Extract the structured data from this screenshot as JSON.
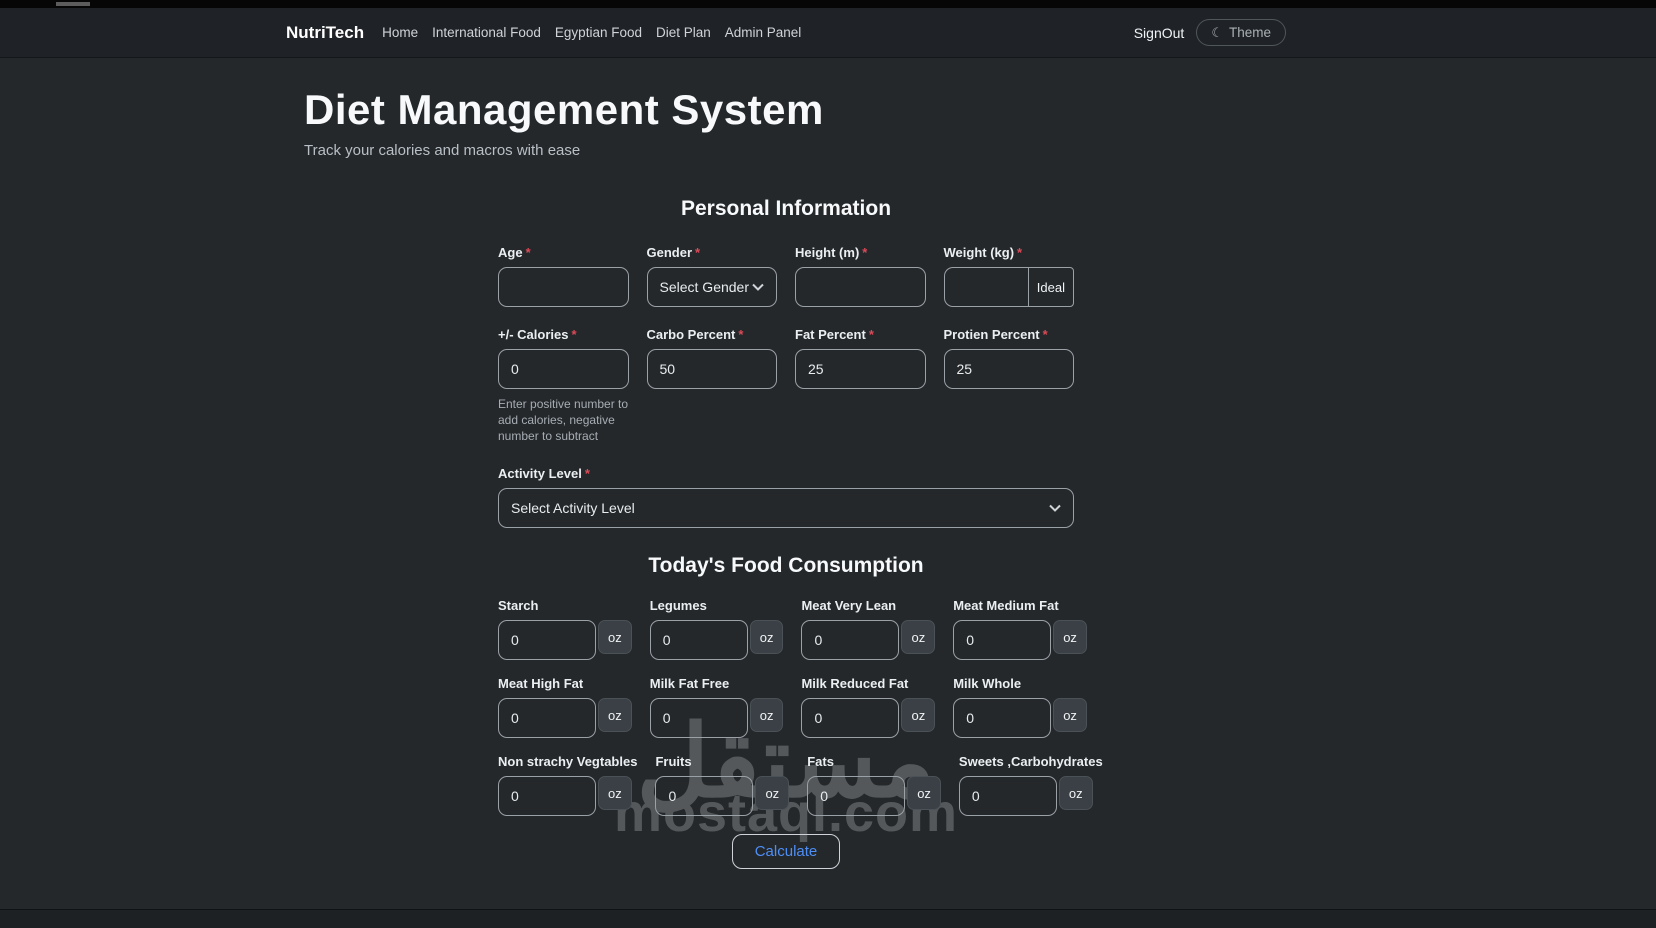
{
  "navbar": {
    "brand": "NutriTech",
    "links": [
      {
        "label": "Home"
      },
      {
        "label": "International Food"
      },
      {
        "label": "Egyptian Food"
      },
      {
        "label": "Diet Plan"
      },
      {
        "label": "Admin Panel"
      }
    ],
    "signout": "SignOut",
    "theme_label": "Theme",
    "theme_icon": "☾"
  },
  "header": {
    "title": "Diet Management System",
    "subtitle": "Track your calories and macros with ease"
  },
  "personal": {
    "heading": "Personal Information",
    "required_mark": "*",
    "age": {
      "label": "Age",
      "value": ""
    },
    "gender": {
      "label": "Gender",
      "placeholder": "Select Gender"
    },
    "height": {
      "label": "Height (m)",
      "value": ""
    },
    "weight": {
      "label": "Weight (kg)",
      "value": "",
      "ideal_button": "Ideal"
    },
    "calories": {
      "label": "+/- Calories",
      "value": "0",
      "helper": "Enter positive number to add calories, negative number to subtract"
    },
    "carbo": {
      "label": "Carbo Percent",
      "value": "50"
    },
    "fat": {
      "label": "Fat Percent",
      "value": "25"
    },
    "protein": {
      "label": "Protien Percent",
      "value": "25"
    },
    "activity": {
      "label": "Activity Level",
      "placeholder": "Select Activity Level"
    }
  },
  "food": {
    "heading": "Today's Food Consumption",
    "unit": "oz",
    "items": [
      {
        "label": "Starch",
        "value": "0"
      },
      {
        "label": "Legumes",
        "value": "0"
      },
      {
        "label": "Meat Very Lean",
        "value": "0"
      },
      {
        "label": "Meat Medium Fat",
        "value": "0"
      },
      {
        "label": "Meat High Fat",
        "value": "0"
      },
      {
        "label": "Milk Fat Free",
        "value": "0"
      },
      {
        "label": "Milk Reduced Fat",
        "value": "0"
      },
      {
        "label": "Milk Whole",
        "value": "0"
      },
      {
        "label": "Non strachy Vegtables",
        "value": "0"
      },
      {
        "label": "Fruits",
        "value": "0"
      },
      {
        "label": "Fats",
        "value": "0"
      },
      {
        "label": "Sweets ,Carbohydrates",
        "value": "0"
      }
    ]
  },
  "calculate_label": "Calculate",
  "watermark": {
    "arabic": "مستقل",
    "domain": "mostaql.com"
  }
}
